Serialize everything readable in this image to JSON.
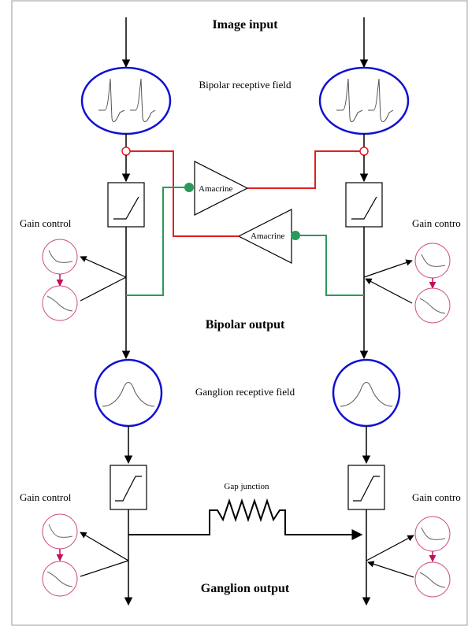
{
  "labels": {
    "image_input": "Image input",
    "bipolar_rf": "Bipolar receptive field",
    "bipolar_output": "Bipolar output",
    "ganglion_rf": "Ganglion receptive field",
    "ganglion_output": "Ganglion output",
    "gain_control_left_top": "Gain control",
    "gain_control_right_top": "Gain contro",
    "gain_control_left_bottom": "Gain control",
    "gain_control_right_bottom": "Gain contro",
    "amacrine_top": "Amacrine",
    "amacrine_bottom": "Amacrine",
    "gap_junction": "Gap junction"
  },
  "colors": {
    "receptive_field": "#1010d0",
    "inhibitory_path": "#e02020",
    "excitatory_path": "#2a9a5a",
    "gain_control": "#d05080",
    "gain_arrow": "#c0105a",
    "line": "#000000",
    "curve": "#555555"
  }
}
